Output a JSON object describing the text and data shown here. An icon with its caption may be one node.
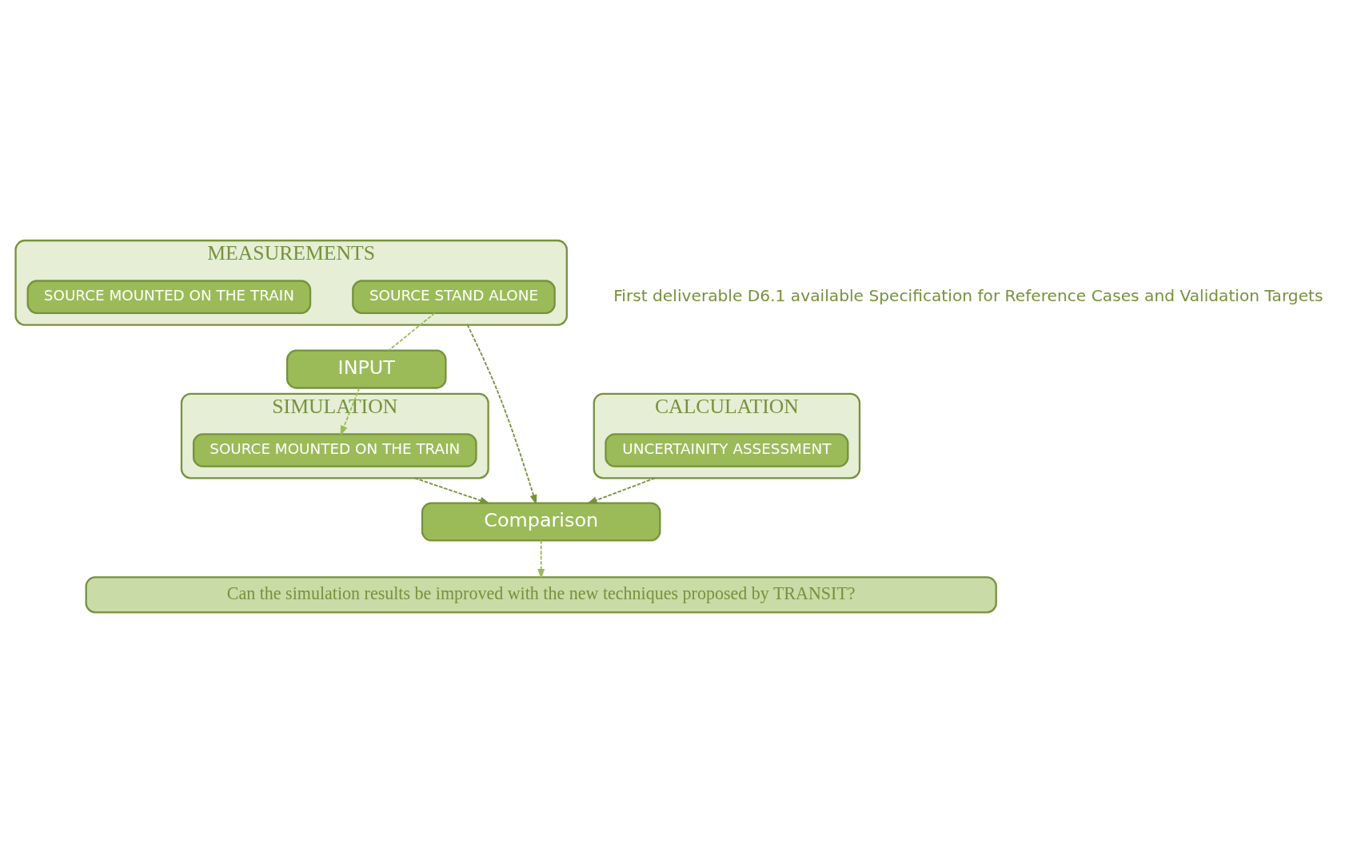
{
  "diagram": {
    "nodes": [
      {
        "text": [
          "MEASUREMENTS"
        ]
      },
      {
        "text": [
          "SOURCE STAND ALONE"
        ],
        "in": 0
      },
      {
        "text": [
          "SOURCE MOUNTED ON THE TRAIN"
        ],
        "in": 0
      },
      {
        "text": [
          "INPUT"
        ]
      },
      {
        "text": [
          "SIMULATION"
        ]
      },
      {
        "text": [
          "SOURCE MOUNTED ON THE TRAIN"
        ],
        "in": 4
      },
      {
        "text": [
          "Comparison"
        ]
      },
      {
        "text": [
          "CALCULATION"
        ]
      },
      {
        "text": [
          "UNCERTAINITY ASSESSMENT"
        ],
        "in": 7
      },
      {
        "text": [
          "Can the simulation results be improved with the new techniques proposed by TRANSIT?"
        ]
      }
    ],
    "edges": [
      {
        "from": 1,
        "to": 3,
        "arrow": "none",
        "style": "dashed",
        "color": "#9bbb59"
      },
      {
        "from": 3,
        "to": 5,
        "arrow": "to",
        "style": "dashed",
        "color": "#9bbb59"
      },
      {
        "from": 0,
        "to": 6,
        "arrow": "to",
        "style": "dashed"
      },
      {
        "from": 7,
        "to": 6,
        "arrow": "to",
        "style": "dashed"
      },
      {
        "from": 4,
        "to": 6,
        "arrow": "to",
        "style": "dashed"
      },
      {
        "from": 6,
        "to": 9,
        "arrow": "to",
        "style": "dashed",
        "color": "#9bbb59"
      }
    ],
    "labels": [
      "First deliverable D6.1 available Specification for Reference Cases and Validation Targets"
    ]
  }
}
